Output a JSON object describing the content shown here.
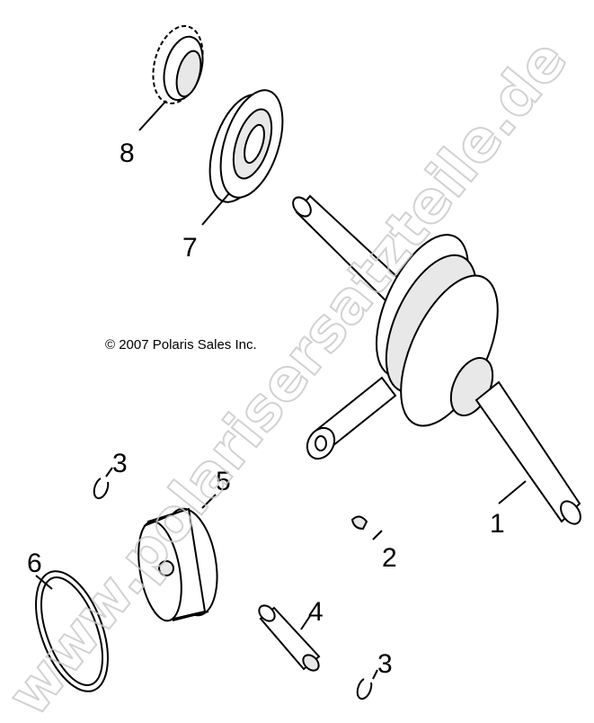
{
  "copyright": "© 2007 Polaris Sales Inc.",
  "watermark": "www.polarisersatzteile.de",
  "callouts": [
    {
      "number": "1",
      "part": "crankshaft"
    },
    {
      "number": "2",
      "part": "key"
    },
    {
      "number": "3",
      "part": "circlip"
    },
    {
      "number": "3",
      "part": "circlip"
    },
    {
      "number": "4",
      "part": "piston-pin"
    },
    {
      "number": "5",
      "part": "piston"
    },
    {
      "number": "6",
      "part": "piston-ring-set"
    },
    {
      "number": "7",
      "part": "bearing"
    },
    {
      "number": "8",
      "part": "gear"
    }
  ]
}
